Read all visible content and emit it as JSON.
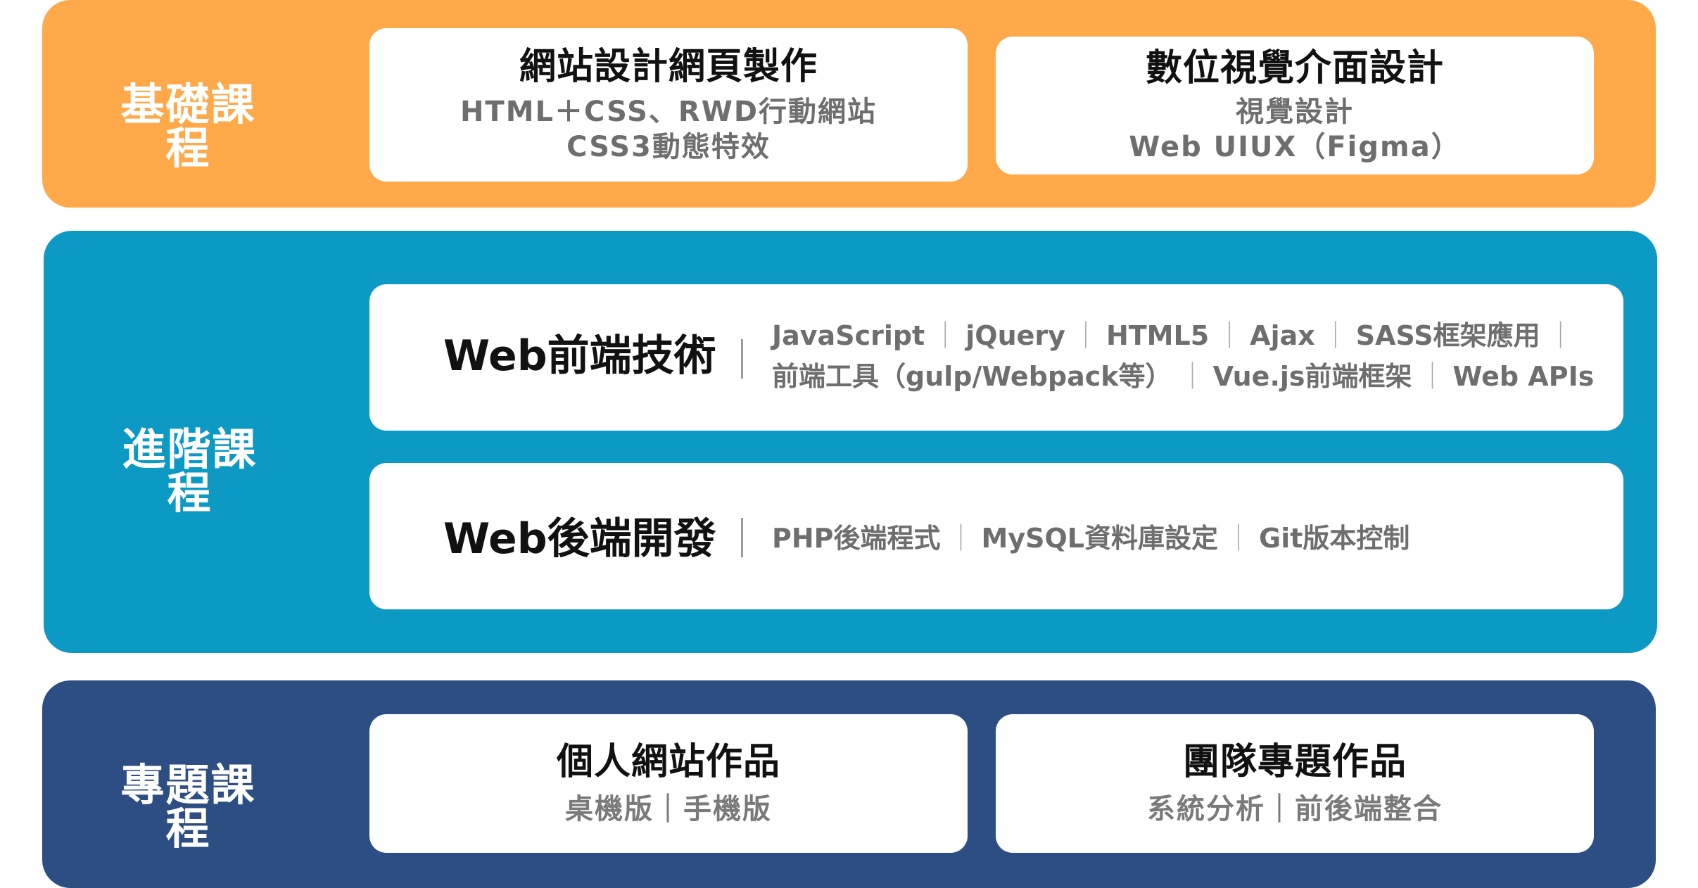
{
  "basic": {
    "label": "基礎課程",
    "cards": [
      {
        "title": "網站設計網頁製作",
        "lines": [
          "HTML＋CSS、RWD行動網站",
          "CSS3動態特效"
        ]
      },
      {
        "title": "數位視覺介面設計",
        "lines": [
          "視覺設計",
          "Web UIUX（Figma）"
        ]
      }
    ]
  },
  "advanced": {
    "label": "進階課程",
    "frontend": {
      "title": "Web前端技術",
      "line1": [
        "JavaScript",
        "jQuery",
        "HTML5",
        "Ajax",
        "SASS框架應用",
        ""
      ],
      "line2": [
        "前端工具（gulp/Webpack等）",
        "Vue.js前端框架",
        "Web APIs"
      ]
    },
    "backend": {
      "title": "Web後端開發",
      "items": [
        "PHP後端程式",
        "MySQL資料庫設定",
        "Git版本控制"
      ]
    }
  },
  "project": {
    "label": "專題課程",
    "cards": [
      {
        "title": "個人網站作品",
        "line": "桌機版｜手機版"
      },
      {
        "title": "團隊專題作品",
        "line": "系統分析｜前後端整合"
      }
    ]
  },
  "colors": {
    "basic_band": "#FFA94A",
    "advanced_band": "#0C9AC4",
    "project_band": "#2C4E82"
  }
}
